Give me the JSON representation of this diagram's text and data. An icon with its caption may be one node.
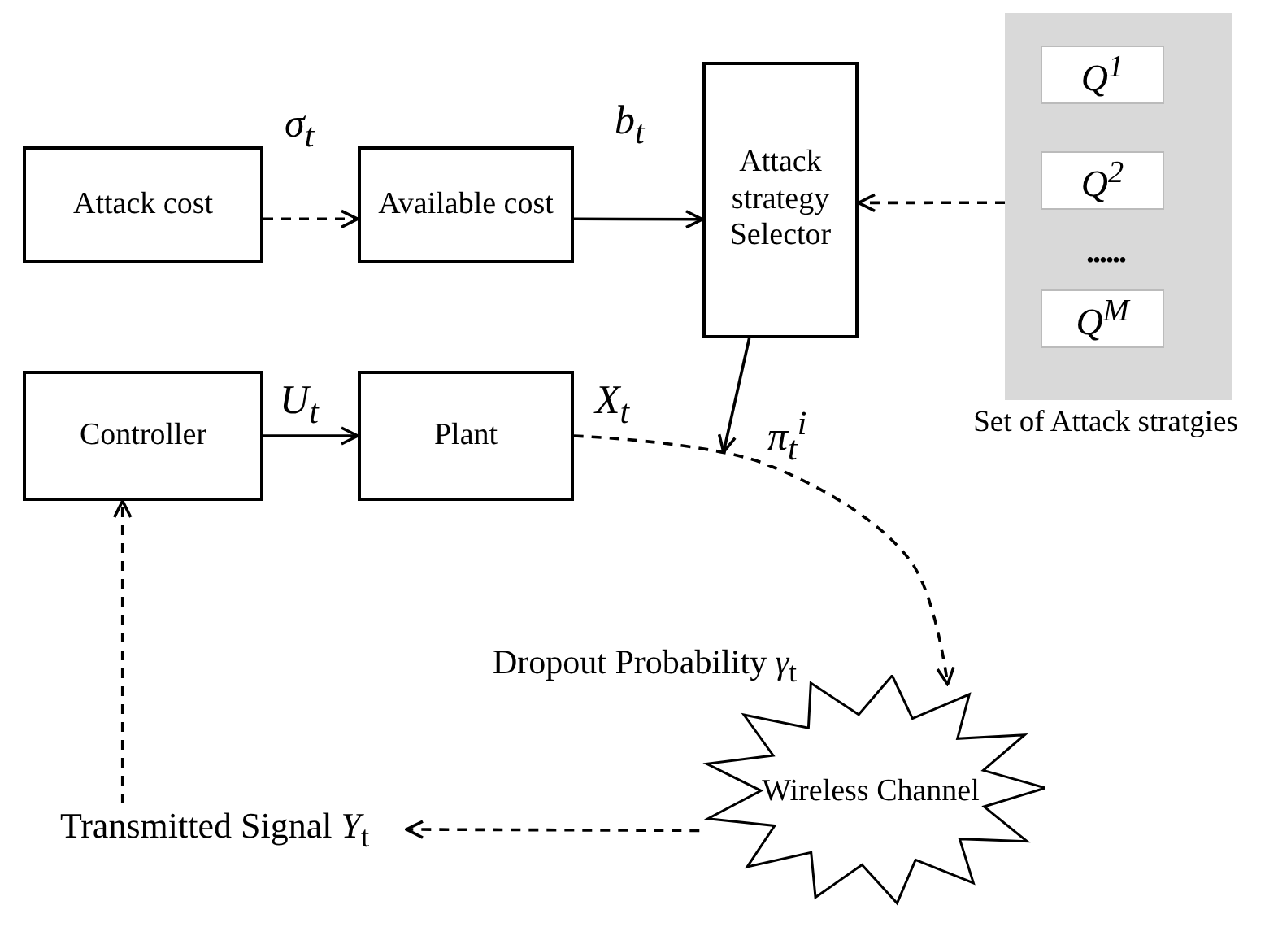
{
  "diagram": {
    "nodes": [
      {
        "text": [
          "Attack cost"
        ]
      },
      {
        "text": [
          "Available cost"
        ]
      },
      {
        "text": [
          "Attack strategy Selector"
        ]
      },
      {
        "text": [
          "Set of Attack stratgies"
        ]
      },
      {
        "text": [
          "Q$^{1}$"
        ],
        "in": 3
      },
      {
        "text": [
          "Q$^{2}$"
        ],
        "in": 3
      },
      {
        "text": [
          "Q$^{M}$"
        ],
        "in": 3
      },
      {
        "text": [
          "Controller"
        ]
      },
      {
        "text": [
          "Plant"
        ]
      },
      {
        "text": [
          "Wireless Channel"
        ],
        "beside": [
          "Dropout Probability *γ*$_{t}$"
        ]
      },
      {
        "text": [
          "Transmitted Signal *Y*$_{t}$"
        ]
      }
    ],
    "edges": [
      {
        "from": 0,
        "to": 1,
        "arrow": "to",
        "label": "σ$_{t}$",
        "style": "dashed"
      },
      {
        "from": 1,
        "to": 2,
        "arrow": "to",
        "label": "b$_{t}$"
      },
      {
        "from": 3,
        "to": 2,
        "arrow": "to",
        "style": "dashed"
      },
      {
        "from": 2,
        "to": null,
        "arrow": "to",
        "label": "π$_{t}$$^{i}$"
      },
      {
        "from": 7,
        "to": 8,
        "arrow": "to",
        "label": "U$_{t}$"
      },
      {
        "from": 8,
        "to": 9,
        "arrow": "to",
        "label": "X$_{t}$",
        "style": "dashed"
      },
      {
        "from": 9,
        "to": 10,
        "arrow": "to",
        "style": "dashed"
      },
      {
        "from": 10,
        "to": 7,
        "arrow": "to",
        "style": "dashed"
      }
    ],
    "labels": [
      "......"
    ]
  }
}
